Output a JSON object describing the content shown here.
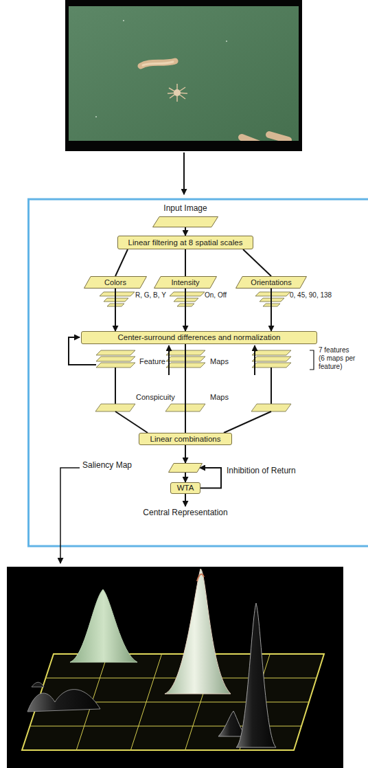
{
  "diagram": {
    "nodes": [
      {
        "text": [
          "Input Image"
        ]
      },
      {
        "text": [
          "Linear filtering at 8 spatial scales"
        ]
      },
      {
        "text": [
          "Colors"
        ]
      },
      {
        "text": [
          "Intensity"
        ]
      },
      {
        "text": [
          "Orientations"
        ]
      },
      {
        "text": [
          "Center-surround differences and normalization"
        ]
      },
      {
        "text": [
          "Linear combinations"
        ]
      },
      {
        "text": [
          "Saliency Map"
        ]
      },
      {
        "text": [
          "WTA"
        ]
      }
    ],
    "edges": [
      {
        "from": 0,
        "to": 1,
        "arrow": "to"
      },
      {
        "from": 1,
        "to": 2,
        "arrow": "none"
      },
      {
        "from": 1,
        "to": 3,
        "arrow": "none"
      },
      {
        "from": 1,
        "to": 4,
        "arrow": "none"
      },
      {
        "from": 2,
        "to": 5,
        "arrow": "to"
      },
      {
        "from": 3,
        "to": 5,
        "arrow": "to"
      },
      {
        "from": 4,
        "to": 5,
        "arrow": "to"
      },
      {
        "from": 5,
        "to": 6,
        "arrow": "none"
      },
      {
        "from": 6,
        "to": 7,
        "arrow": "to"
      },
      {
        "from": 7,
        "to": 8,
        "arrow": "to"
      },
      {
        "from": 8,
        "to": 7,
        "label": "Inhibition of Return",
        "arrow": "to"
      }
    ],
    "labels": [
      "R, G, B, Y",
      "On, Off",
      "0, 45, 90, 138",
      "Feature",
      "Maps",
      "7 features",
      "(6 maps per feature)",
      "Conspicuity",
      "Maps",
      "Central Representation"
    ]
  }
}
